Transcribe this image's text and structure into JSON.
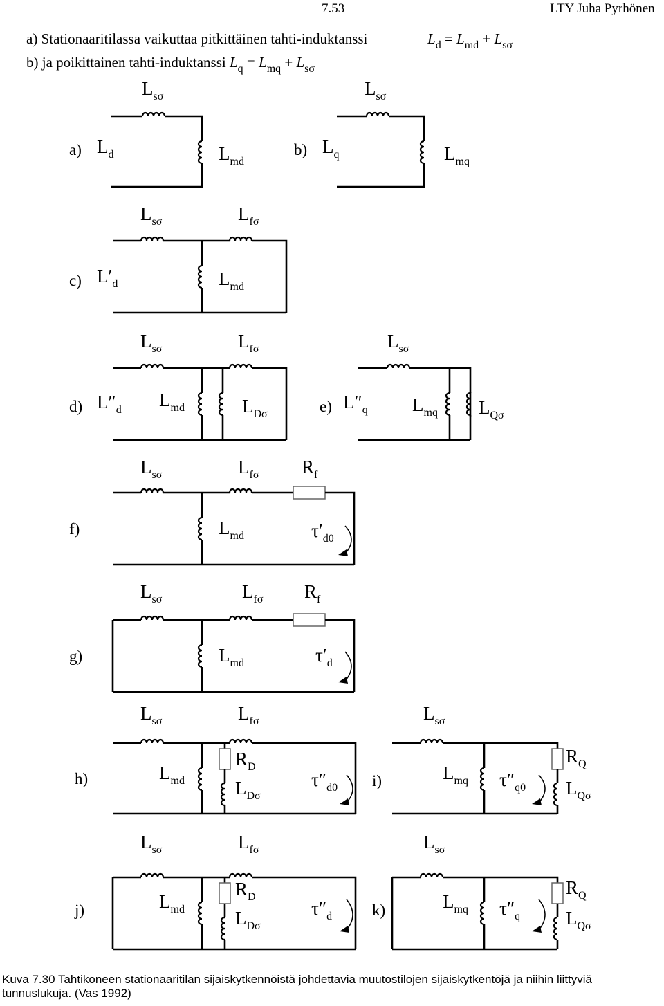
{
  "header": {
    "page_number": "7.53",
    "author": "LTY Juha Pyrhönen"
  },
  "intro": {
    "a_prefix": "a)",
    "a_text": "Stationaaritilassa vaikuttaa pitkittäinen tahti-induktanssi",
    "b_prefix": "b)",
    "b_text": "ja poikittainen tahti-induktanssi"
  },
  "equations": {
    "eq1": {
      "lhs": "L",
      "lhs_sub": "d",
      "op": "=",
      "t1": "L",
      "t1_sub": "md",
      "plus": "+",
      "t2": "L",
      "t2_sub": "sσ"
    },
    "eq2": {
      "lhs": "L",
      "lhs_sub": "q",
      "op": "=",
      "t1": "L",
      "t1_sub": "mq",
      "plus": "+",
      "t2": "L",
      "t2_sub": "sσ"
    }
  },
  "symbols": {
    "L": "L",
    "R": "R",
    "tau": "τ",
    "prime": "′",
    "dprime": "″",
    "s_sigma": "sσ",
    "f_sigma": "fσ",
    "d": "d",
    "q": "q",
    "md": "md",
    "mq": "mq",
    "D_sigma": "Dσ",
    "Q_sigma": "Qσ",
    "D": "D",
    "Q": "Q",
    "f": "f",
    "d0": "d0",
    "q0": "q0"
  },
  "circuit_labels": [
    "a)",
    "b)",
    "c)",
    "d)",
    "e)",
    "f)",
    "g)",
    "h)",
    "i)",
    "j)",
    "k)"
  ],
  "caption": "Kuva 7.30 Tahtikoneen stationaaritilan sijaiskytkennöistä johdettavia muutostilojen sijaiskytkentöjä ja niihin liittyviä tunnuslukuja. (Vas 1992)"
}
